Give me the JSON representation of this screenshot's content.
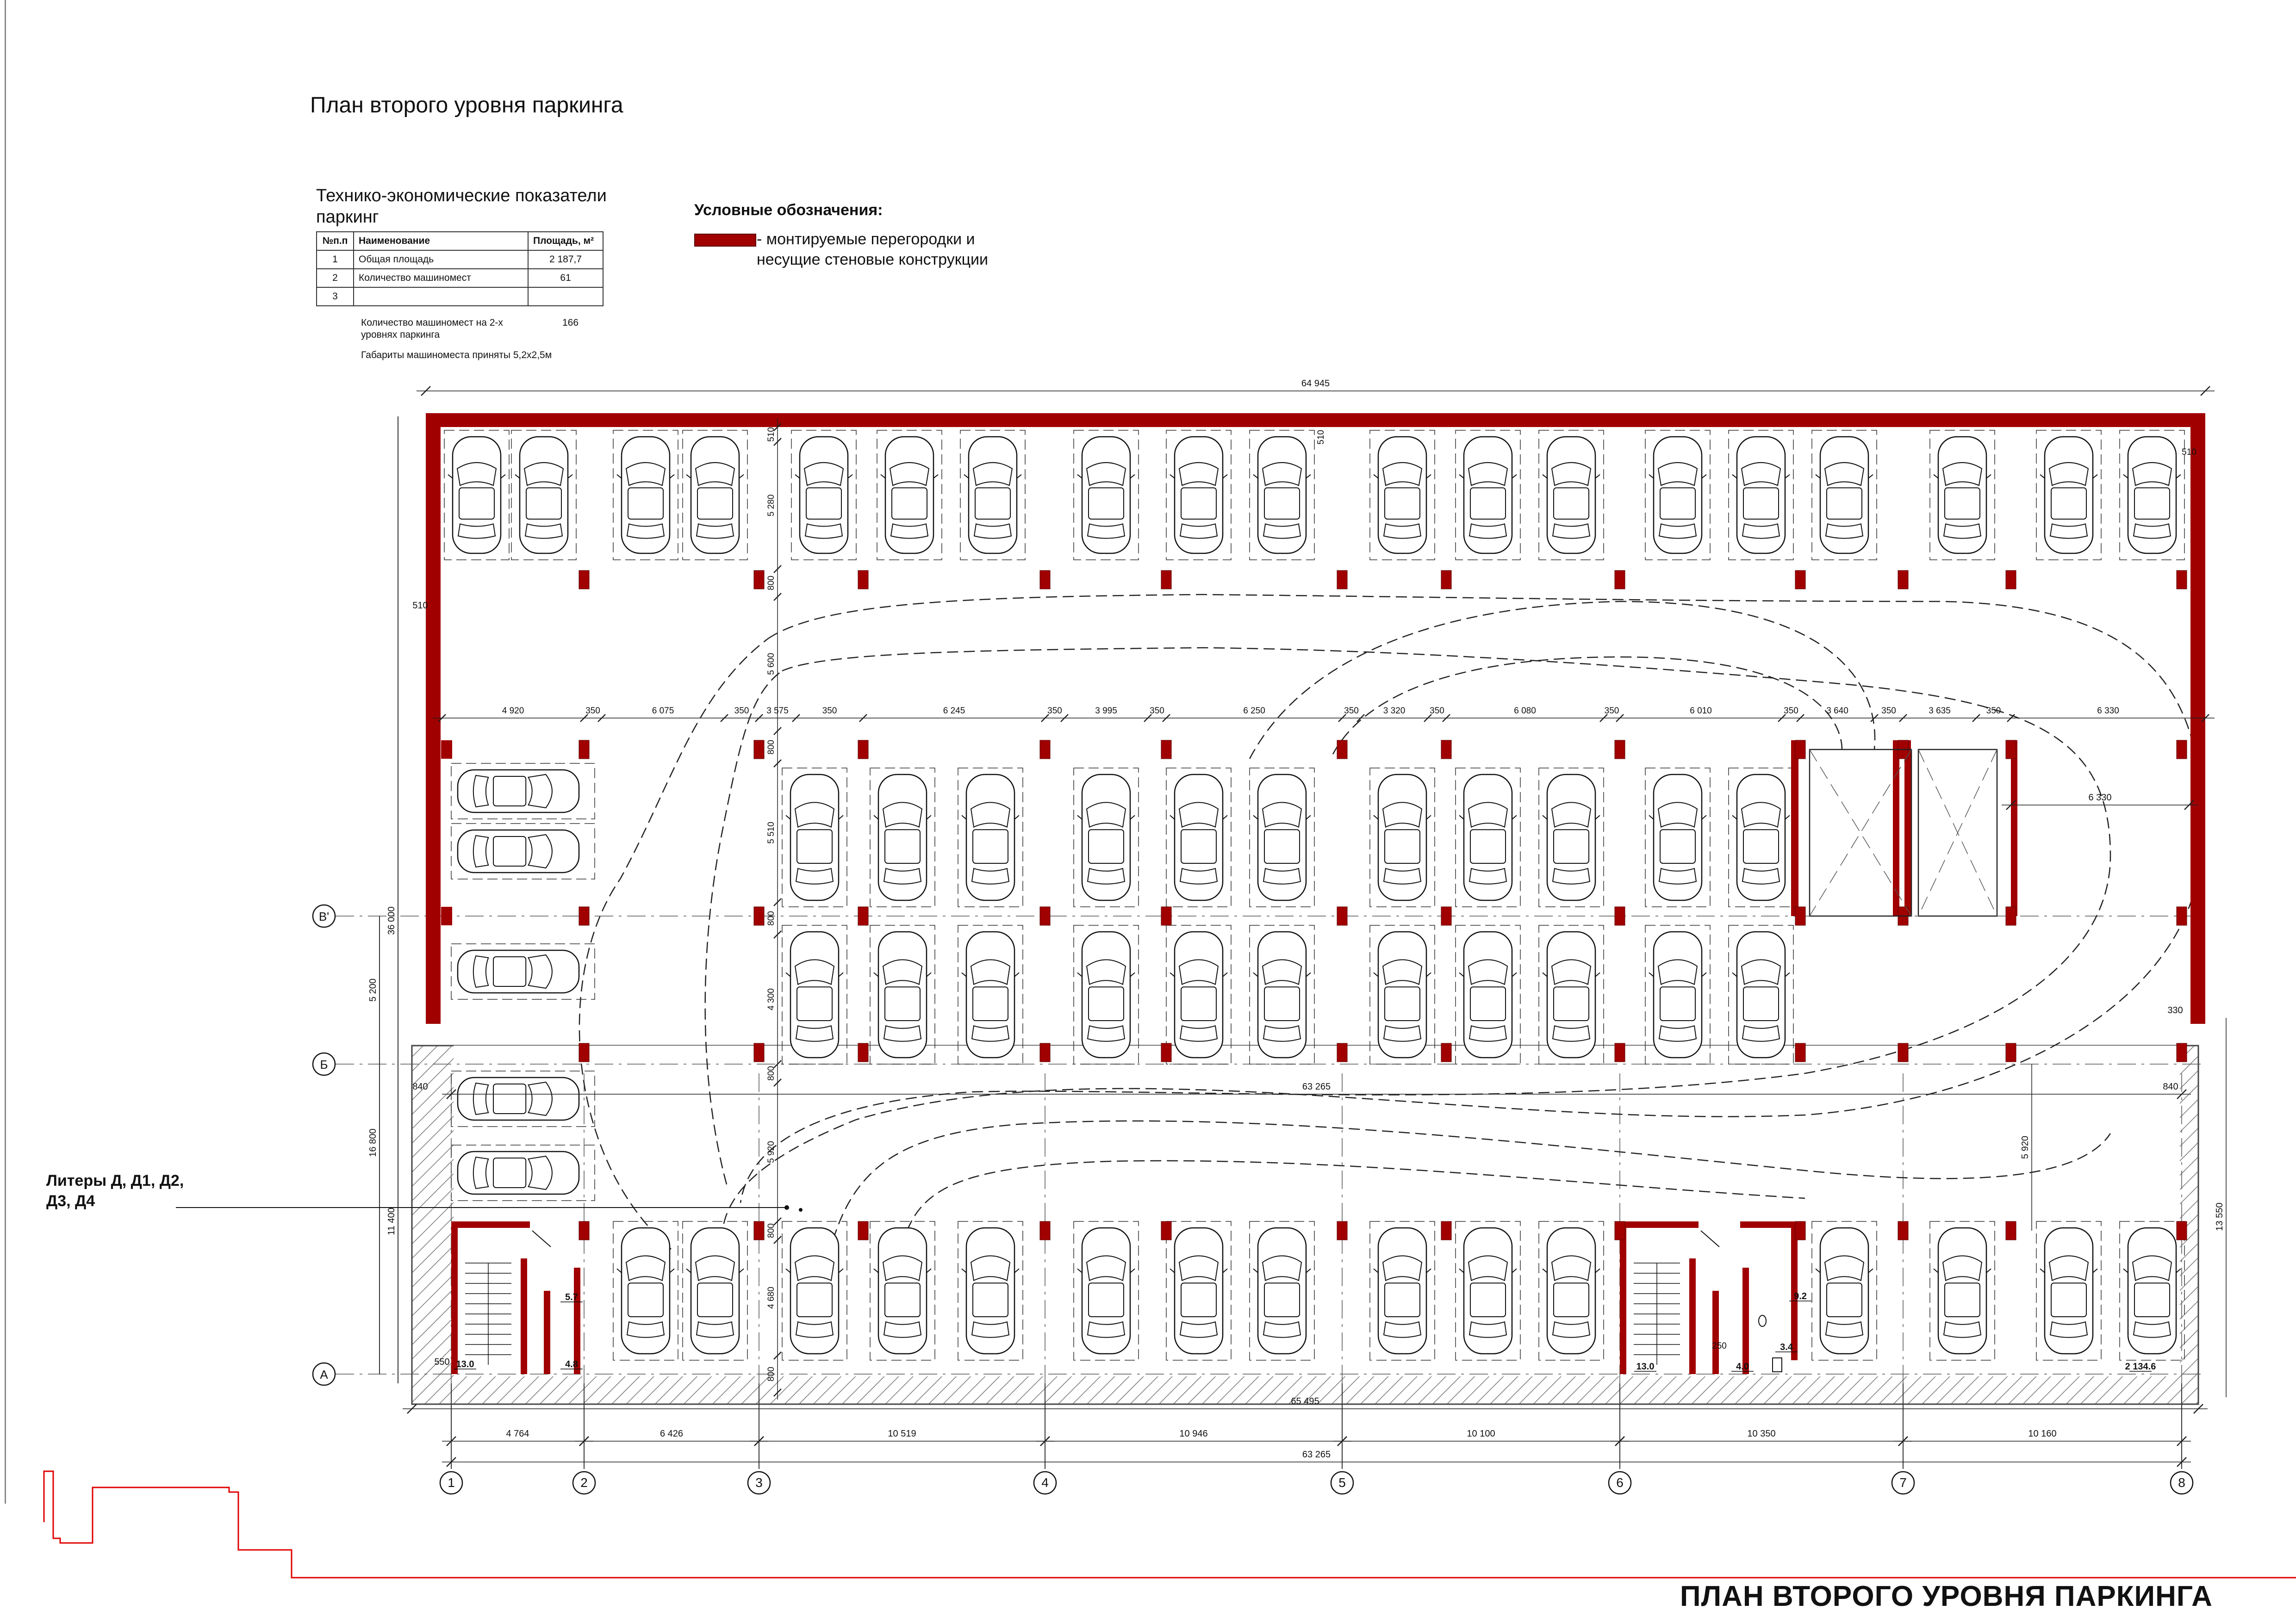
{
  "titles": {
    "top_title": "План второго уровня паркинга",
    "bottom_title": "ПЛАН ВТОРОГО УРОВНЯ ПАРКИНГА"
  },
  "tep": {
    "title_line1": "Технико-экономические показатели",
    "title_line2": "паркинг",
    "headers": {
      "num": "№п.п",
      "name": "Наименование",
      "area": "Площадь, м²"
    },
    "rows": [
      {
        "num": "1",
        "name": "Общая площадь",
        "value": "2 187,7"
      },
      {
        "num": "2",
        "name": "Количество машиномест",
        "value": "61"
      },
      {
        "num": "3",
        "name": "",
        "value": ""
      }
    ],
    "note1_line1": "Количество машиномест на 2-х",
    "note1_line2": "уровнях паркинга",
    "note1_value": "166",
    "note2": "Габариты машиноместа приняты 5,2х2,5м"
  },
  "legend": {
    "title": "Условные обозначения:",
    "line1": "- монтируемые перегородки и",
    "line2": "несущие стеновые конструкции",
    "color": "#a10000"
  },
  "litery": {
    "line1": "Литеры Д, Д1, Д2,",
    "line2": "Д3, Д4"
  },
  "colors": {
    "wall": "#a10000",
    "lines": "#222222",
    "hatch": "#777777",
    "site_outline": "#e00000"
  },
  "plan": {
    "overall_top": "64 945",
    "overall_bottom": "65 495",
    "internal_mid": "63 265",
    "axis_total": "63 265",
    "cells": "4 764,6 426,10 519,10 946,10 100,10 350,10 160",
    "axes_numbers": [
      "1",
      "2",
      "3",
      "4",
      "5",
      "6",
      "7",
      "8"
    ],
    "axes_letters": [
      "В'",
      "Б",
      "А"
    ],
    "left_dims": [
      "36 000",
      "5 200",
      "16 800",
      "11 400",
      "550"
    ],
    "right_dims": [
      "13 550",
      "5 920",
      "330",
      "840"
    ],
    "mid_row_dims": [
      "4 920",
      "350",
      "6 075",
      "350",
      "3 575",
      "350",
      "6 245",
      "350",
      "3 995",
      "350",
      "6 250",
      "350",
      "3 320",
      "350",
      "6 080",
      "350",
      "6 010",
      "350",
      "3 640",
      "350",
      "3 635",
      "350",
      "6 330"
    ],
    "vert_dims": [
      "510",
      "5 280",
      "800",
      "5 600",
      "800",
      "5 510",
      "800",
      "4 300",
      "800",
      "5 920",
      "800",
      "4 680",
      "800"
    ],
    "misc_dims": [
      "510",
      "510",
      "510",
      "840",
      "6 330",
      "250"
    ],
    "room_labels": [
      "5.7",
      "4.8",
      "13.0",
      "9.2",
      "3.4",
      "4.0",
      "13.0",
      "2 134.6"
    ]
  }
}
